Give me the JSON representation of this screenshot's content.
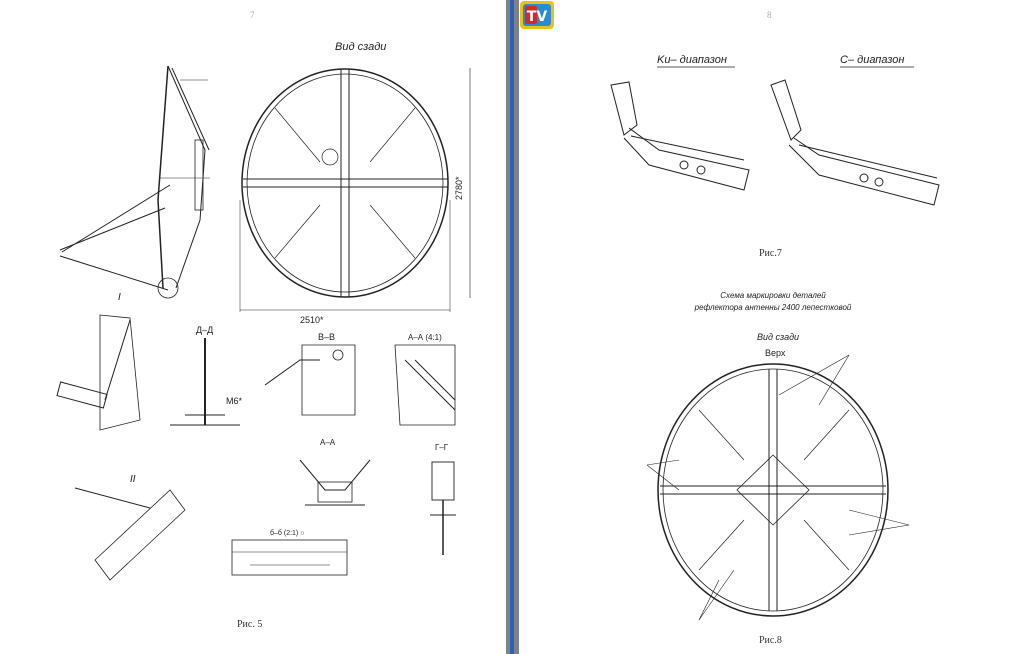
{
  "left_page": {
    "page_number": "7",
    "views": {
      "rear_view_title": "Вид сзади",
      "width_dim": "2510*",
      "height_dim": "2780*",
      "section_dd": "Д–Д",
      "section_vv": "В–В",
      "section_aa_scaled": "А–А (4:1)",
      "section_aa": "А–А",
      "section_gg": "Г–Г",
      "section_bb": "б–б (2:1) ○",
      "detail_i": "I",
      "detail_ii": "II",
      "bolt": "М6*"
    },
    "caption": "Рис. 5"
  },
  "right_page": {
    "page_number": "8",
    "ku_band": "Ku– диапазон",
    "c_band": "С– диапазон",
    "fig7_caption": "Рис.7",
    "scheme_title_line1": "Схема маркировки деталей",
    "scheme_title_line2": "рефлектора антенны 2400 лепестковой",
    "rear_view_title": "Вид сзади",
    "top_label": "Верх",
    "fig8_caption": "Рис.8"
  },
  "logo": {
    "text": "TV",
    "colors": [
      "#e8c21a",
      "#d42a2a",
      "#2a8ad4"
    ]
  }
}
